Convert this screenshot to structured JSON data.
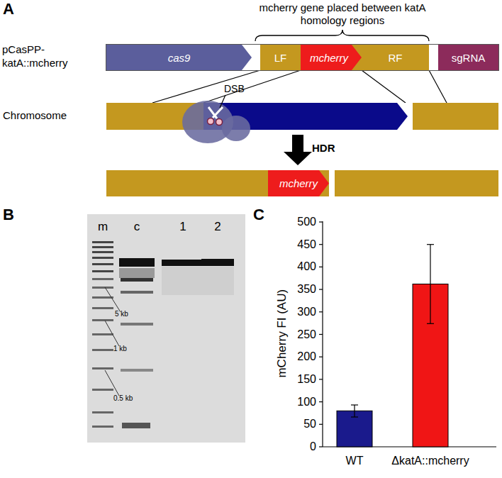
{
  "diagram": {
    "nodes": [
      {
        "text": [
          "pCasPP-katA::mcherry"
        ]
      },
      {
        "text": [
          "cas9"
        ],
        "in": 0
      },
      {
        "text": [
          "LF"
        ],
        "in": 0
      },
      {
        "text": [
          "mcherry"
        ],
        "in": 0
      },
      {
        "text": [
          "RF"
        ],
        "in": 0
      },
      {
        "text": [
          "sgRNA"
        ],
        "in": 0
      },
      {
        "text": [
          "Chromosome"
        ]
      },
      {
        "text": [
          "mcherry"
        ]
      }
    ],
    "labels": [
      "A",
      "mcherry gene placed between katA homology regions",
      "DSB",
      "HDR",
      "B",
      "m",
      "c",
      "1",
      "2",
      "5 kb",
      "1 kb",
      "0.5 kb",
      "C",
      "500",
      "450",
      "400",
      "350",
      "300",
      "250",
      "200",
      "150",
      "100",
      "50",
      "0",
      "mCherry FI (AU)",
      "WT",
      "ΔkatA::mcherry"
    ]
  }
}
